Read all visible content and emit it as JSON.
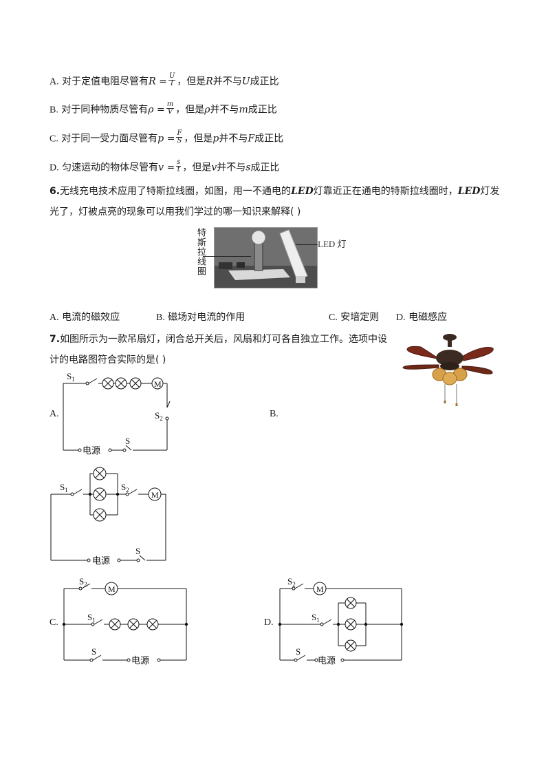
{
  "q5_options": [
    {
      "letter": "A.",
      "pre": "对于定值电阻尽管有",
      "lhs": "R",
      "eq": " =",
      "num": "U",
      "den": "I",
      "post_a": "，但是",
      "var1": "R",
      "post_b": "并不与",
      "var2": "U",
      "post_c": "成正比"
    },
    {
      "letter": "B.",
      "pre": "对于同种物质尽管有",
      "lhs": "ρ",
      "eq": " =",
      "num": "m",
      "den": "V",
      "post_a": "，但是",
      "var1": "ρ",
      "post_b": "并不与",
      "var2": "m",
      "post_c": "成正比"
    },
    {
      "letter": "C.",
      "pre": "对于同一受力面尽管有",
      "lhs": "p",
      "eq": " =",
      "num": "F",
      "den": "S",
      "post_a": "，但是",
      "var1": "p",
      "post_b": "并不与",
      "var2": "F",
      "post_c": "成正比"
    },
    {
      "letter": "D.",
      "pre": "匀速运动的物体尽管有",
      "lhs": "v",
      "eq": " =",
      "num": "s",
      "den": "t",
      "post_a": "，但是",
      "var1": "v",
      "post_b": "并不与",
      "var2": "s",
      "post_c": "成正比"
    }
  ],
  "q6": {
    "number": "6.",
    "line1_a": "无线充电技术应用了特斯拉线圈，如图，用一不通电的",
    "led1": "LED",
    "line1_b": "灯靠近正在通电的特斯拉线圈时，",
    "led2": "LED",
    "line1_c": "灯发",
    "line2": "光了，灯被点亮的现象可以用我们学过的哪一知识来解释(    )",
    "figure": {
      "left_label": "特斯拉线圈",
      "right_label": "LED 灯"
    },
    "options": [
      {
        "letter": "A.",
        "text": "电流的磁效应"
      },
      {
        "letter": "B.",
        "text": "磁场对电流的作用"
      },
      {
        "letter": "C.",
        "text": "安培定则"
      },
      {
        "letter": "D.",
        "text": "电磁感应"
      }
    ]
  },
  "q7": {
    "number": "7.",
    "line1": "如图所示为一款吊扇灯，闭合总开关后，风扇和灯可各自独立工作。选项中设",
    "line2": "计的电路图符合实际的是(    )",
    "circuits": {
      "A": {
        "label": "A.",
        "s1": "S",
        "s1_sub": "1",
        "s2": "S",
        "s2_sub": "2",
        "s": "S",
        "power": "电源",
        "motor": "M"
      },
      "B": {
        "label": "B.",
        "s1": "S",
        "s1_sub": "1",
        "s2": "S",
        "s2_sub": "2",
        "s": "S",
        "power": "电源",
        "motor": "M"
      },
      "C": {
        "label": "C.",
        "s1": "S",
        "s1_sub": "1",
        "s2": "S",
        "s2_sub": "2",
        "s": "S",
        "power": "电源",
        "motor": "M"
      },
      "D": {
        "label": "D.",
        "s1": "S",
        "s1_sub": "1",
        "s2": "S",
        "s2_sub": "2",
        "s": "S",
        "power": "电源",
        "motor": "M"
      }
    }
  }
}
